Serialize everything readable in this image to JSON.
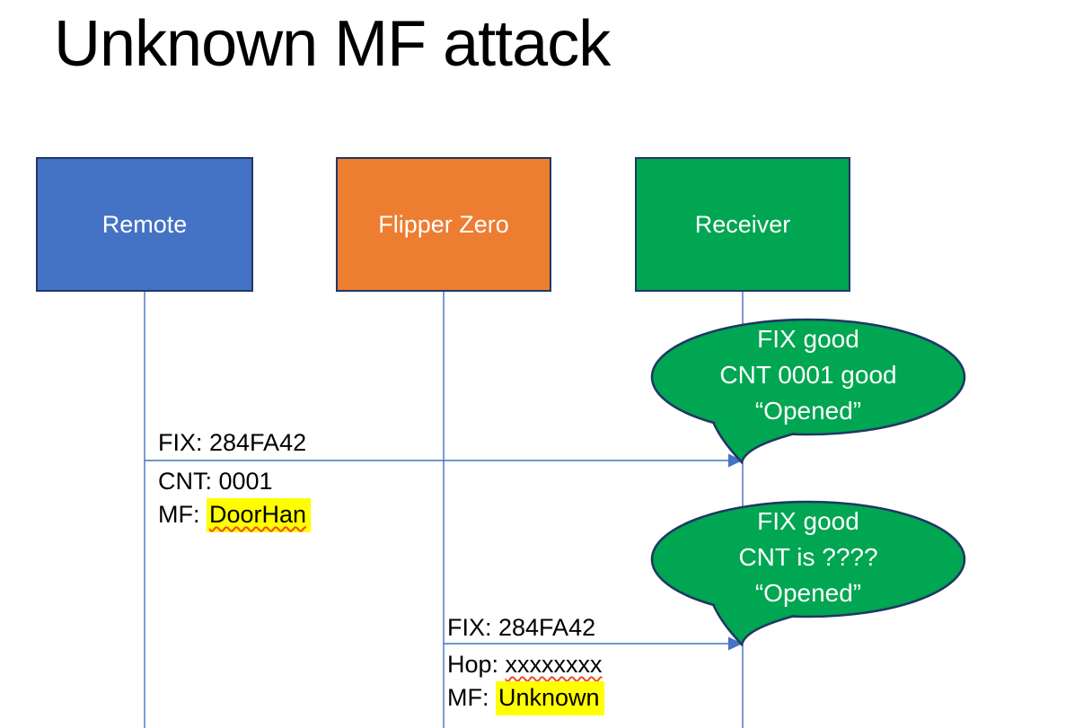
{
  "slide_title": "Unknown MF attack",
  "colors": {
    "remote_fill": "#4472C4",
    "flipper_fill": "#ED7D31",
    "receiver_fill": "#00A651",
    "callout_fill": "#00A651",
    "shape_border": "#1F3864",
    "connector_blue": "#4472C4",
    "highlight_yellow": "#FFFF00",
    "spellcheck_red": "#EF4B23",
    "text_on_fill": "#FFFFFF",
    "text_black": "#000000"
  },
  "actors": [
    {
      "label": "Remote"
    },
    {
      "label": "Flipper Zero"
    },
    {
      "label": "Receiver"
    }
  ],
  "messages": [
    {
      "from": "Remote",
      "to": "Receiver",
      "line1": "FIX: 284FA42",
      "line2": "CNT: 0001",
      "line3_prefix": "MF: ",
      "line3_highlight": "DoorHan"
    },
    {
      "from": "Flipper Zero",
      "to": "Receiver",
      "line1": "FIX: 284FA42",
      "line2_prefix": "Hop: ",
      "line2_misspelled": "xxxxxxxx",
      "line3_prefix": "MF: ",
      "line3_highlight": "Unknown"
    }
  ],
  "callouts": [
    {
      "line1": "FIX good",
      "line2": "CNT 0001 good",
      "line3": "“Opened”"
    },
    {
      "line1": "FIX good",
      "line2": "CNT is ????",
      "line3": "“Opened”"
    }
  ]
}
